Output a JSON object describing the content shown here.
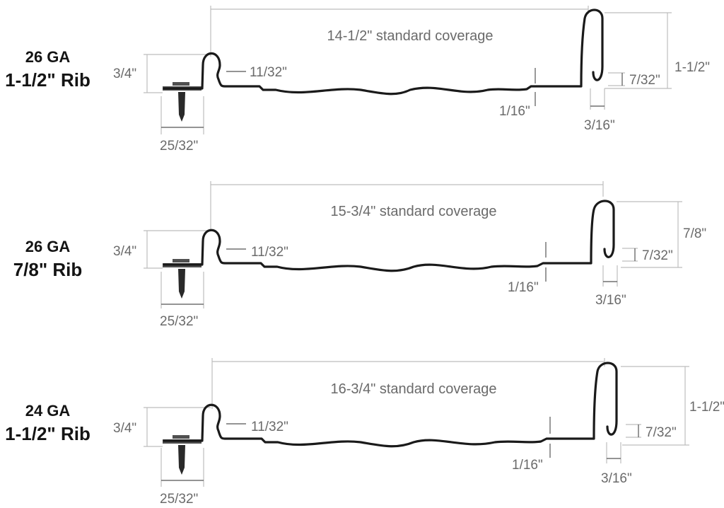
{
  "panels": [
    {
      "gauge": "26 GA",
      "rib": "1-1/2\" Rib",
      "coverage": "14-1/2\" standard coverage",
      "left_height": "3/4\"",
      "rib_height": "1-1/2\"",
      "seam_gap": "11/32\"",
      "step": "1/16\"",
      "hook_width": "3/16\"",
      "hook_height": "7/32\"",
      "clip_width": "25/32\""
    },
    {
      "gauge": "26 GA",
      "rib": "7/8\" Rib",
      "coverage": "15-3/4\" standard coverage",
      "left_height": "3/4\"",
      "rib_height": "7/8\"",
      "seam_gap": "11/32\"",
      "step": "1/16\"",
      "hook_width": "3/16\"",
      "hook_height": "7/32\"",
      "clip_width": "25/32\""
    },
    {
      "gauge": "24 GA",
      "rib": "1-1/2\" Rib",
      "coverage": "16-3/4\" standard coverage",
      "left_height": "3/4\"",
      "rib_height": "1-1/2\"",
      "seam_gap": "11/32\"",
      "step": "1/16\"",
      "hook_width": "3/16\"",
      "hook_height": "7/32\"",
      "clip_width": "25/32\""
    }
  ]
}
